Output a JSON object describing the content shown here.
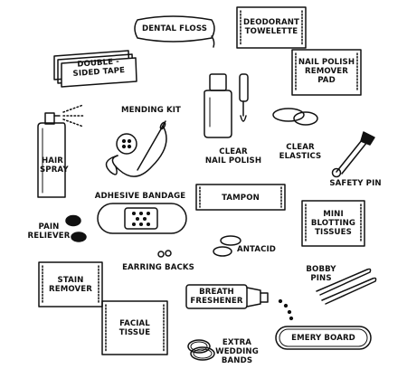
{
  "items": {
    "dental_floss": "DENTAL FLOSS",
    "deodorant_towelette": "DEODORANT\nTOWELETTE",
    "double_sided_tape": "DOUBLE -\nSIDED TAPE",
    "nail_polish_remover_pad": "NAIL POLISH\nREMOVER\nPAD",
    "mending_kit": "MENDING KIT",
    "hair_spray": "HAIR\nSPRAY",
    "clear_nail_polish": "CLEAR\nNAIL POLISH",
    "clear_elastics": "CLEAR\nELASTICS",
    "safety_pin": "SAFETY PIN",
    "adhesive_bandage": "ADHESIVE BANDAGE",
    "tampon": "TAMPON",
    "mini_blotting_tissues": "MINI\nBLOTTING\nTISSUES",
    "pain_reliever": "PAIN\nRELIEVER",
    "antacid": "ANTACID",
    "earring_backs": "EARRING BACKS",
    "stain_remover": "STAIN\nREMOVER",
    "bobby_pins": "BOBBY\nPINS",
    "breath_freshener": "BREATH\nFRESHENER",
    "facial_tissue": "Facial\nTissue",
    "emery_board": "EMERY BOARD",
    "extra_wedding_bands": "EXTRA\nWEDDING\nBANDS"
  },
  "colors": {
    "ink": "#111111",
    "paper": "#ffffff"
  }
}
